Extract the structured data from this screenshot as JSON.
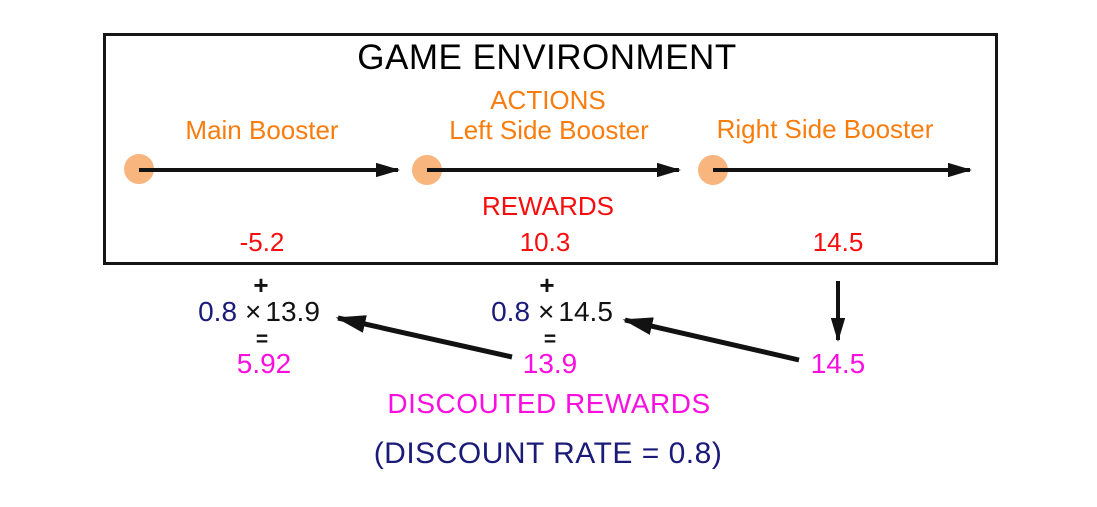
{
  "colors": {
    "orange": "#F97D0E",
    "peach": "#F9B57E",
    "red": "#F70D0D",
    "magenta": "#FB0FE0",
    "navy": "#1A1A78",
    "ink": "#121212"
  },
  "environment": {
    "title": "GAME ENVIRONMENT",
    "actions_header": "ACTIONS",
    "rewards_header": "REWARDS",
    "actions": [
      {
        "label": "Main Booster",
        "reward": "-5.2"
      },
      {
        "label": "Left Side Booster",
        "reward": "10.3"
      },
      {
        "label": "Right Side Booster",
        "reward": "14.5"
      }
    ]
  },
  "discounting": {
    "caption": "DISCOUTED REWARDS",
    "rate_caption": "(DISCOUNT RATE = 0.8)",
    "discount_rate": "0.8",
    "steps": [
      {
        "plus": "+",
        "rate": "0.8",
        "times": "×",
        "future": "13.9",
        "equals": "=",
        "result": "5.92"
      },
      {
        "plus": "+",
        "rate": "0.8",
        "times": "×",
        "future": "14.5",
        "equals": "=",
        "result": "13.9"
      },
      {
        "result": "14.5"
      }
    ]
  }
}
